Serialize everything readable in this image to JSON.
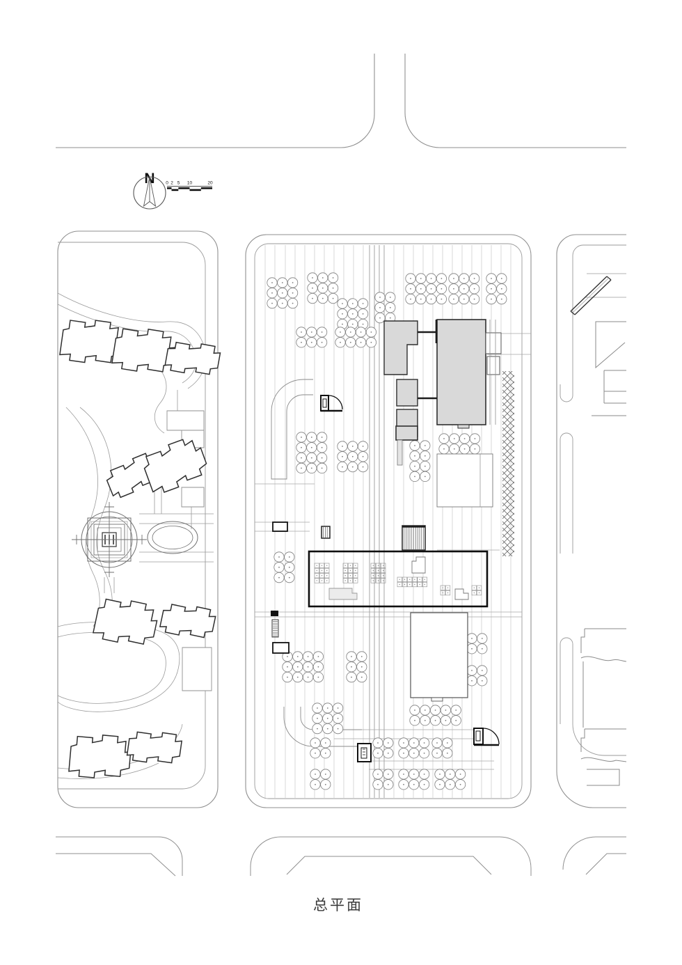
{
  "page": {
    "title_label": "总平面"
  },
  "compass": {
    "label": "N"
  },
  "scale_bar": {
    "ticks": [
      "0",
      "2",
      "5",
      "10",
      "20"
    ]
  },
  "palette": {
    "background": "#ffffff",
    "road_line": "#8f8f8f",
    "paving_line": "#c7c7c7",
    "building_outline": "#2e2e2e",
    "bold_element": "#111111",
    "gray_building_fill": "#d9d9d9",
    "hatch_line": "#666666"
  },
  "semantics": {
    "drawing_type": "site-plan",
    "features": [
      "north-arrow",
      "scale-bar",
      "residential-block-west",
      "main-site-block-center",
      "neighbor-block-east",
      "pagoda-garden",
      "pond",
      "lake",
      "tree-clusters",
      "gray-main-buildings",
      "gates",
      "roads"
    ]
  }
}
